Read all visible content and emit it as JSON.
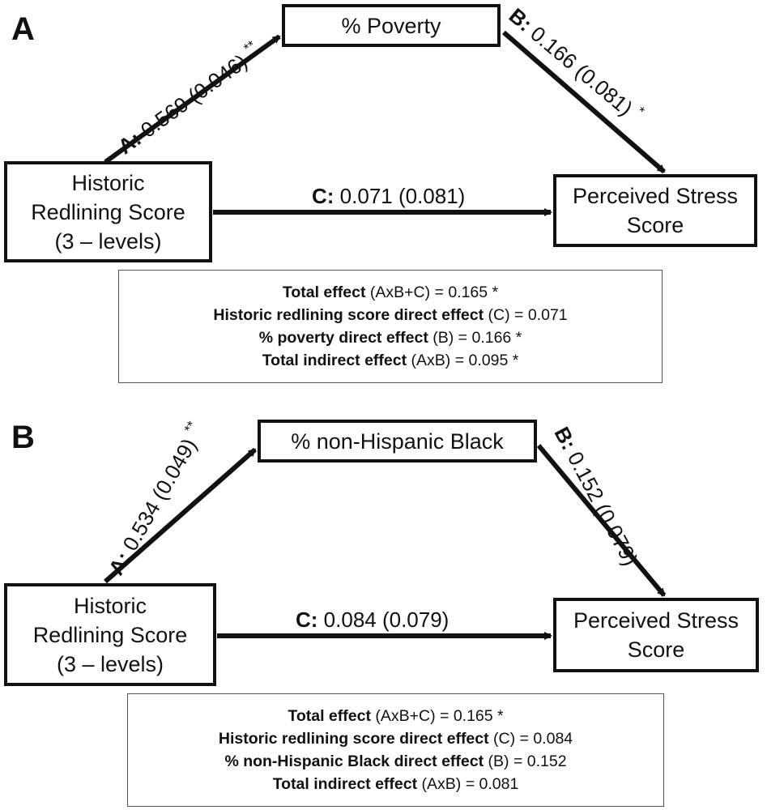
{
  "panels": [
    {
      "letter": "A",
      "mediator": "% Poverty",
      "exposure": [
        "Historic",
        "Redlining Score",
        "(3 – levels)"
      ],
      "outcome": [
        "Perceived Stress",
        "Score"
      ],
      "path_a": {
        "key": "A:",
        "value": "0.569 (0.046)",
        "sig": "**"
      },
      "path_b": {
        "key": "B:",
        "value": "0.166 (0.081)",
        "sig": "*"
      },
      "path_c": {
        "key": "C:",
        "value": "0.071 (0.081)"
      },
      "summary": [
        {
          "label": "Total effect",
          "rest": " (AxB+C) = 0.165 *"
        },
        {
          "label": "Historic redlining score direct effect",
          "rest": " (C) = 0.071"
        },
        {
          "label": "% poverty direct effect",
          "rest": " (B) = 0.166 *"
        },
        {
          "label": "Total indirect effect",
          "rest": " (AxB) = 0.095 *"
        }
      ]
    },
    {
      "letter": "B",
      "mediator": "% non-Hispanic Black",
      "exposure": [
        "Historic",
        "Redlining Score",
        "(3 – levels)"
      ],
      "outcome": [
        "Perceived Stress",
        "Score"
      ],
      "path_a": {
        "key": "A:",
        "value": "0.534 (0.049)",
        "sig": "**"
      },
      "path_b": {
        "key": "B:",
        "value": "0.152 (0.079)",
        "sig": ""
      },
      "path_c": {
        "key": "C:",
        "value": "0.084 (0.079)"
      },
      "summary": [
        {
          "label": "Total effect",
          "rest": " (AxB+C) = 0.165 *"
        },
        {
          "label": "Historic redlining score direct effect",
          "rest": " (C) = 0.084"
        },
        {
          "label": "% non-Hispanic Black direct effect",
          "rest": " (B) = 0.152"
        },
        {
          "label": "Total indirect effect",
          "rest": " (AxB) = 0.081"
        }
      ]
    }
  ]
}
